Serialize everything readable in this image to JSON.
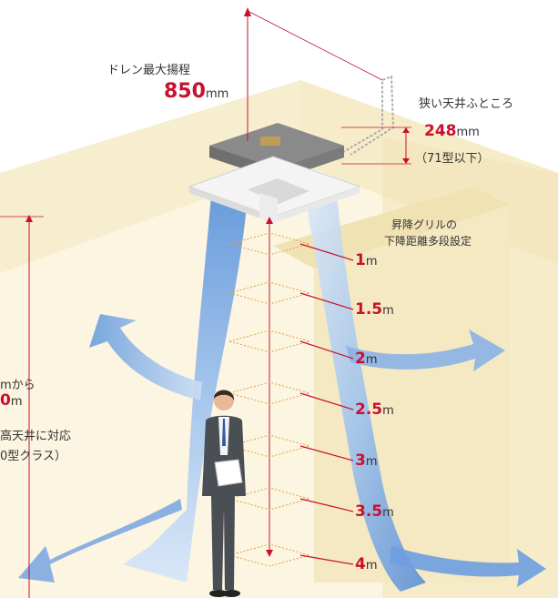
{
  "drain": {
    "title": "ドレン最大揚程",
    "value": "850",
    "unit": "mm"
  },
  "ceiling_space": {
    "title": "狭い天井ふところ",
    "value": "248",
    "unit": "mm",
    "note": "（71型以下）"
  },
  "grille": {
    "line1": "昇降グリルの",
    "line2": "下降距離多段設定"
  },
  "left_note": {
    "line1": "mから",
    "value": "0",
    "unit": "m",
    "line2": "高天井に対応",
    "line3": "0型クラス）"
  },
  "heights": [
    {
      "value": "1",
      "unit": "m"
    },
    {
      "value": "1.5",
      "unit": "m"
    },
    {
      "value": "2",
      "unit": "m"
    },
    {
      "value": "2.5",
      "unit": "m"
    },
    {
      "value": "3",
      "unit": "m"
    },
    {
      "value": "3.5",
      "unit": "m"
    },
    {
      "value": "4",
      "unit": "m"
    }
  ],
  "colors": {
    "accent": "#c8102e",
    "wall": "#f6eccb",
    "airflow": "#8fb8e8"
  }
}
